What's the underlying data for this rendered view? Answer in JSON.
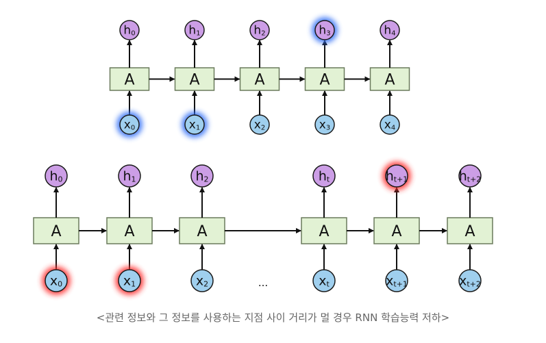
{
  "colors": {
    "cell_fill": "#e2f2d4",
    "cell_stroke": "#6a7a5c",
    "h_fill": "#cc9ee6",
    "x_fill": "#9fcfee",
    "node_stroke": "#1a1a1a",
    "arrow": "#111111",
    "glow_blue": "#2f6df6",
    "glow_red": "#ff2b2b"
  },
  "top_diagram": {
    "cell_label": "A",
    "outputs": [
      {
        "base": "h",
        "sub": "0",
        "highlight": ""
      },
      {
        "base": "h",
        "sub": "1",
        "highlight": ""
      },
      {
        "base": "h",
        "sub": "2",
        "highlight": ""
      },
      {
        "base": "h",
        "sub": "3",
        "highlight": "blue"
      },
      {
        "base": "h",
        "sub": "4",
        "highlight": ""
      }
    ],
    "inputs": [
      {
        "base": "x",
        "sub": "0",
        "highlight": "blue"
      },
      {
        "base": "x",
        "sub": "1",
        "highlight": "blue"
      },
      {
        "base": "x",
        "sub": "2",
        "highlight": ""
      },
      {
        "base": "x",
        "sub": "3",
        "highlight": ""
      },
      {
        "base": "x",
        "sub": "4",
        "highlight": ""
      }
    ]
  },
  "bottom_diagram": {
    "cell_label": "A",
    "ellipsis": "...",
    "outputs": [
      {
        "base": "h",
        "sub": "0",
        "highlight": ""
      },
      {
        "base": "h",
        "sub": "1",
        "highlight": ""
      },
      {
        "base": "h",
        "sub": "2",
        "highlight": ""
      },
      {
        "base": "h",
        "sub": "t",
        "highlight": ""
      },
      {
        "base": "h",
        "sub": "t+1",
        "highlight": "red"
      },
      {
        "base": "h",
        "sub": "t+2",
        "highlight": ""
      }
    ],
    "inputs": [
      {
        "base": "x",
        "sub": "0",
        "highlight": "red"
      },
      {
        "base": "x",
        "sub": "1",
        "highlight": "red"
      },
      {
        "base": "x",
        "sub": "2",
        "highlight": ""
      },
      {
        "base": "x",
        "sub": "t",
        "highlight": ""
      },
      {
        "base": "x",
        "sub": "t+1",
        "highlight": ""
      },
      {
        "base": "x",
        "sub": "t+2",
        "highlight": ""
      }
    ]
  },
  "caption": "<관련 정보와 그 정보를 사용하는 지점 사이 거리가 멀 경우 RNN 학습능력 저하>"
}
